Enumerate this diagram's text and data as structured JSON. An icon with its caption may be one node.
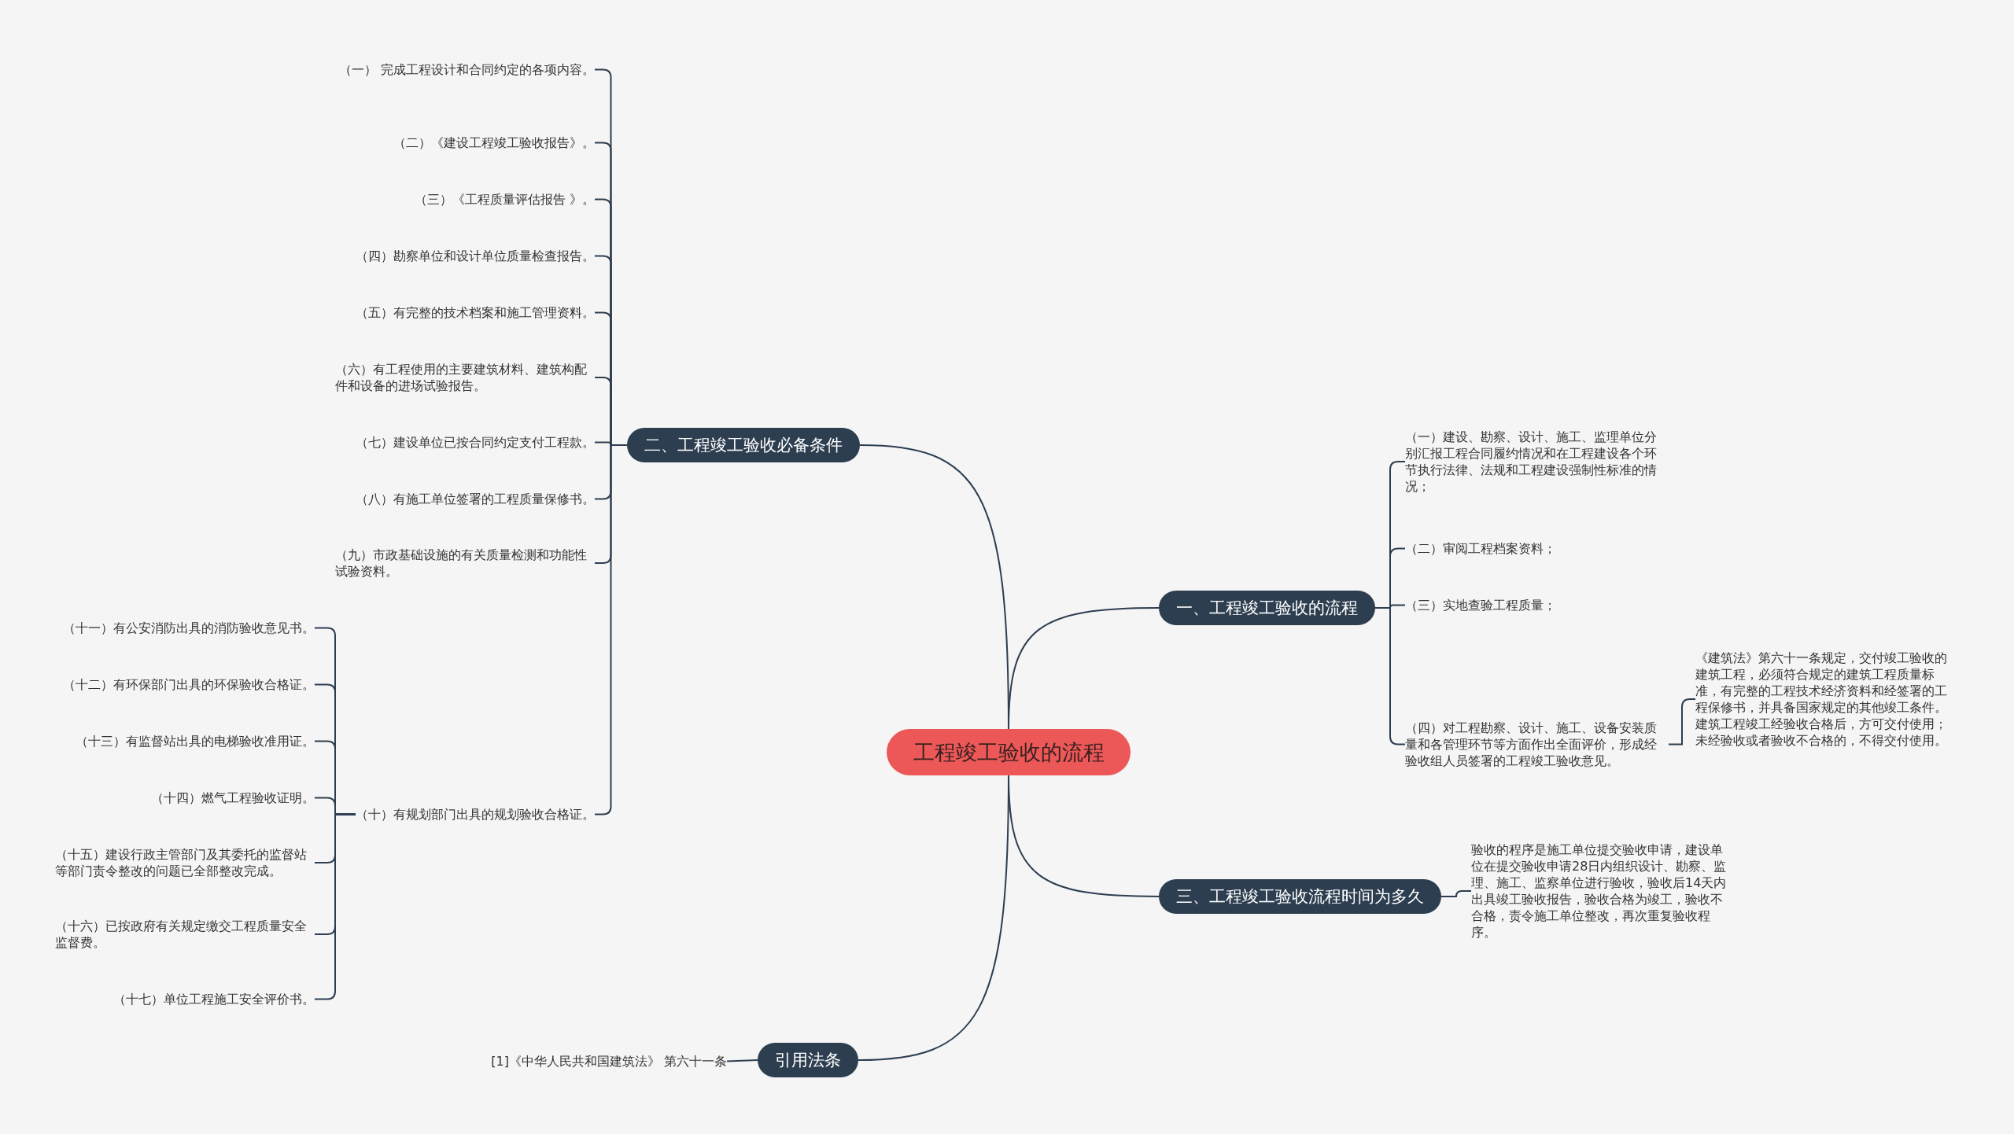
{
  "diagram": {
    "nodes": [
      {
        "text": [
          "工程竣工验收的流程"
        ]
      },
      {
        "text": [
          "一、工程竣工验收的流程"
        ]
      },
      {
        "text": [
          "（一）建设、勘察、设计、施工、监理单位分别汇报工程合同履约情况和在工程建设各个环节执行法律、法规和工程建设强制性标准的情况；"
        ]
      },
      {
        "text": [
          "（二）审阅工程档案资料；"
        ]
      },
      {
        "text": [
          "（三）实地查验工程质量；"
        ]
      },
      {
        "text": [
          "（四）对工程勘察、设计、施工、设备安装质量和各管理环节等方面作出全面评价，形成经验收组人员签署的工程竣工验收意见。"
        ]
      },
      {
        "text": [
          "《建筑法》第六十一条规定，交付竣工验收的建筑工程，必须符合规定的建筑工程质量标准，有完整的工程技术经济资料和经签署的工程保修书，并具备国家规定的其他竣工条件。建筑工程竣工经验收合格后，方可交付使用；未经验收或者验收不合格的，不得交付使用。"
        ]
      },
      {
        "text": [
          "三、工程竣工验收流程时间为多久"
        ]
      },
      {
        "text": [
          "验收的程序是施工单位提交验收申请，建设单位在提交验收申请28日内组织设计、勘察、监理、施工、监察单位进行验收，验收后14天内出具竣工验收报告，验收合格为竣工，验收不合格，责令施工单位整改，再次重复验收程序。"
        ]
      },
      {
        "text": [
          "二、工程竣工验收必备条件"
        ]
      },
      {
        "text": [
          "（一） 完成工程设计和合同约定的各项内容。"
        ]
      },
      {
        "text": [
          "（二）《建设工程竣工验收报告》。"
        ]
      },
      {
        "text": [
          "（三）《工程质量评估报告 》。"
        ]
      },
      {
        "text": [
          "（四）勘察单位和设计单位质量检查报告。"
        ]
      },
      {
        "text": [
          "（五）有完整的技术档案和施工管理资料。"
        ]
      },
      {
        "text": [
          "（六）有工程使用的主要建筑材料、建筑构配件和设备的进场试验报告。"
        ]
      },
      {
        "text": [
          "（七）建设单位已按合同约定支付工程款。"
        ]
      },
      {
        "text": [
          "（八）有施工单位签署的工程质量保修书。"
        ]
      },
      {
        "text": [
          "（九）市政基础设施的有关质量检测和功能性试验资料。"
        ]
      },
      {
        "text": [
          "（十）有规划部门出具的规划验收合格证。"
        ]
      },
      {
        "text": [
          "（十一）有公安消防出具的消防验收意见书。"
        ]
      },
      {
        "text": [
          "（十二）有环保部门出具的环保验收合格证。"
        ]
      },
      {
        "text": [
          "（十三）有监督站出具的电梯验收准用证。"
        ]
      },
      {
        "text": [
          "（十四）燃气工程验收证明。"
        ]
      },
      {
        "text": [
          "（十五）建设行政主管部门及其委托的监督站等部门责令整改的问题已全部整改完成。"
        ]
      },
      {
        "text": [
          "（十六）已按政府有关规定缴交工程质量安全监督费。"
        ]
      },
      {
        "text": [
          "（十七）单位工程施工安全评价书。"
        ]
      },
      {
        "text": [
          "引用法条"
        ]
      },
      {
        "text": [
          "[1]《中华人民共和国建筑法》 第六十一条"
        ]
      }
    ],
    "edges": [
      {
        "from": 0,
        "to": 1,
        "arrow": "none"
      },
      {
        "from": 1,
        "to": 2,
        "arrow": "none"
      },
      {
        "from": 1,
        "to": 3,
        "arrow": "none"
      },
      {
        "from": 1,
        "to": 4,
        "arrow": "none"
      },
      {
        "from": 1,
        "to": 5,
        "arrow": "none"
      },
      {
        "from": 5,
        "to": 6,
        "arrow": "none"
      },
      {
        "from": 0,
        "to": 7,
        "arrow": "none"
      },
      {
        "from": 7,
        "to": 8,
        "arrow": "none"
      },
      {
        "from": 0,
        "to": 9,
        "arrow": "none"
      },
      {
        "from": 9,
        "to": 10,
        "arrow": "none"
      },
      {
        "from": 9,
        "to": 11,
        "arrow": "none"
      },
      {
        "from": 9,
        "to": 12,
        "arrow": "none"
      },
      {
        "from": 9,
        "to": 13,
        "arrow": "none"
      },
      {
        "from": 9,
        "to": 14,
        "arrow": "none"
      },
      {
        "from": 9,
        "to": 15,
        "arrow": "none"
      },
      {
        "from": 9,
        "to": 16,
        "arrow": "none"
      },
      {
        "from": 9,
        "to": 17,
        "arrow": "none"
      },
      {
        "from": 9,
        "to": 18,
        "arrow": "none"
      },
      {
        "from": 9,
        "to": 19,
        "arrow": "none"
      },
      {
        "from": 19,
        "to": 20,
        "arrow": "none"
      },
      {
        "from": 19,
        "to": 21,
        "arrow": "none"
      },
      {
        "from": 19,
        "to": 22,
        "arrow": "none"
      },
      {
        "from": 19,
        "to": 23,
        "arrow": "none"
      },
      {
        "from": 19,
        "to": 24,
        "arrow": "none"
      },
      {
        "from": 19,
        "to": 25,
        "arrow": "none"
      },
      {
        "from": 19,
        "to": 26,
        "arrow": "none"
      },
      {
        "from": 0,
        "to": 27,
        "arrow": "none"
      },
      {
        "from": 27,
        "to": 28,
        "arrow": "none"
      }
    ]
  }
}
